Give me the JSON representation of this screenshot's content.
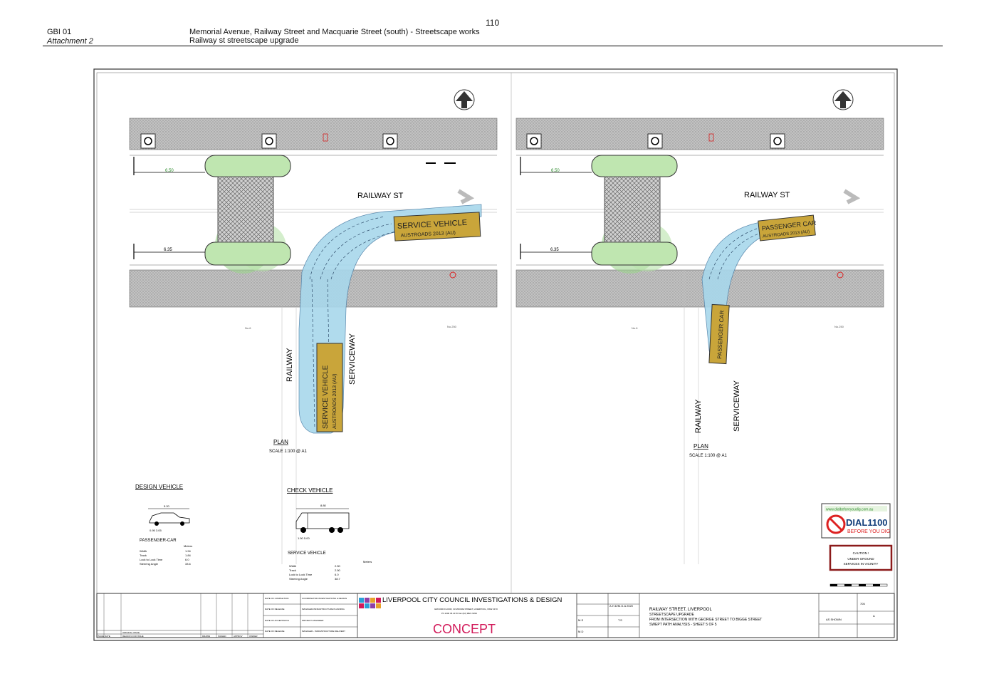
{
  "page": {
    "page_number": "110",
    "ref_code": "GBI 01",
    "attachment": "Attachment 2",
    "title_line1": "Memorial Avenue, Railway Street and Macquarie Street (south) - Streetscape works",
    "title_line2": "Railway st streetscape upgrade"
  },
  "plan_left": {
    "street_label": "RAILWAY ST",
    "lane_label_1": "RAILWAY",
    "lane_label_2": "SERVICEWAY",
    "vehicle_label_1": "SERVICE VEHICLE",
    "vehicle_sub_1": "AUSTROADS 2013 (AU)",
    "vehicle_label_2": "SERVICE VEHICLE",
    "vehicle_sub_2": "AUSTROADS 2013 (AU)",
    "dim_top": "6.50",
    "dim_bottom": "6.35",
    "plan_title": "PLAN",
    "plan_scale": "SCALE 1:100 @ A1",
    "lot_a": "No.6",
    "lot_b": "No.250"
  },
  "plan_right": {
    "street_label": "RAILWAY ST",
    "lane_label_1": "RAILWAY",
    "lane_label_2": "SERVICEWAY",
    "vehicle_label_1": "PASSENGER CAR",
    "vehicle_sub_1": "AUSTROADS 2013 (AU)",
    "vehicle_label_2": "PASSENGER CAR",
    "dim_top": "6.50",
    "dim_bottom": "6.35",
    "plan_title": "PLAN",
    "plan_scale": "SCALE 1:100 @ A1",
    "lot_a": "No.6",
    "lot_b": "No.250"
  },
  "design_vehicle": {
    "heading": "DESIGN VEHICLE",
    "name": "PASSENGER-CAR",
    "length": "5.20",
    "dims": "0.95   3.05",
    "units": "Meters",
    "rows": [
      {
        "label": "Width",
        "value": "1.94"
      },
      {
        "label": "Track",
        "value": "1.84"
      },
      {
        "label": "Lock to Lock Time",
        "value": "6.0"
      },
      {
        "label": "Steering Angle",
        "value": "33.6"
      }
    ]
  },
  "check_vehicle": {
    "heading": "CHECK VEHICLE",
    "name": "SERVICE VEHICLE",
    "length": "8.80",
    "dims": "1.50   5.00",
    "units": "Meters",
    "rows": [
      {
        "label": "Width",
        "value": "2.50"
      },
      {
        "label": "Track",
        "value": "2.50"
      },
      {
        "label": "Lock to Lock Time",
        "value": "6.0"
      },
      {
        "label": "Steering Angle",
        "value": "38.7"
      }
    ]
  },
  "dbyd": {
    "url": "www.dialbeforeyoudig.com.au",
    "big": "DIAL1100",
    "small": "BEFORE YOU DIG"
  },
  "caution": {
    "line1": "CAUTION !",
    "line2": "UNDER GROUND",
    "line3": "SERVICES IN VICINITY"
  },
  "title_block": {
    "org": "LIVERPOOL CITY COUNCIL INVESTIGATIONS & DESIGN",
    "address": "GROUND FLOOR, 33 MOORE STREET, LIVERPOOL, NSW 2170",
    "phone": "Ph 1300 36 2170    Fax (02) 9821 9333",
    "status": "CONCEPT",
    "drawing_title_1": "RAILWAY STREET, LIVERPOOL",
    "drawing_title_2": "STREETSCAPE UPGRADE",
    "drawing_title_3": "FROM INTERSECTION WITH GEORGE STREET TO BIGGE STREET",
    "drawing_title_4": "SWEPT PATH ANALYSIS - SHEET 5 OF 5",
    "datum": "A.H.D/M.G.A 2020",
    "designed": "M.S",
    "checked": "T.S",
    "drawn": "M.D",
    "dwg_no": "705",
    "issue": "A",
    "scales": "AS SHOWN",
    "col_completion": "DATE OF COMPLETION",
    "col_release": "DATE OF RELEASE",
    "col_acceptance": "DATE OF ACCEPTANCE",
    "col_release2": "DATE OF RELEASE",
    "role_1": "COORDINATOR INVESTIGATIONS & DESIGN",
    "role_2": "MANAGER-INFRASTRUCTURE PLANNING",
    "role_3": "PROJECT ENGINEER",
    "role_4": "MANAGER - INFRASTRUCTURE DELIVERY",
    "issue_row": "ORIGINAL ISSUE",
    "rev_headers": [
      "ISSUE",
      "DATE",
      "REASON FOR ISSUE",
      "DRAWN",
      "SIGNED",
      "APPROV",
      "OWNER"
    ]
  },
  "colors": {
    "swept_path": "#a8d8ec",
    "vehicle": "#c9a53a",
    "planting": "#9bd48c",
    "paving": "#bdbdbd",
    "concept": "#d21a5a"
  }
}
